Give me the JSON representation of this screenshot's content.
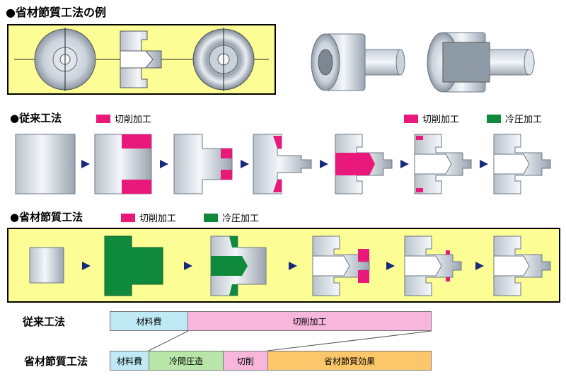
{
  "title": "●省材節質工法の例",
  "sections": {
    "conventional": {
      "heading": "●従来工法",
      "legend_cut": "切削加工",
      "legend_right_cut": "切削加工",
      "legend_right_cold": "冷圧加工"
    },
    "saving": {
      "heading": "●省材節質工法",
      "legend_cut": "切削加工",
      "legend_cold": "冷圧加工"
    }
  },
  "colors": {
    "cut": "#e8197a",
    "cold": "#0f8a3c",
    "panel": "#fdfd96",
    "arrow": "#1a2a7a",
    "material": "#bfe9f5",
    "cutbar": "#f7b6dc",
    "coldbar": "#b8e6a8",
    "effect": "#fcc66a"
  },
  "comparison": {
    "conventional_label": "従来工法",
    "conventional_bars": [
      "材料費",
      "切削加工"
    ],
    "saving_label": "省材節質工法",
    "saving_bars": [
      "材料費",
      "冷間圧造",
      "切削",
      "省材節質効果"
    ]
  }
}
